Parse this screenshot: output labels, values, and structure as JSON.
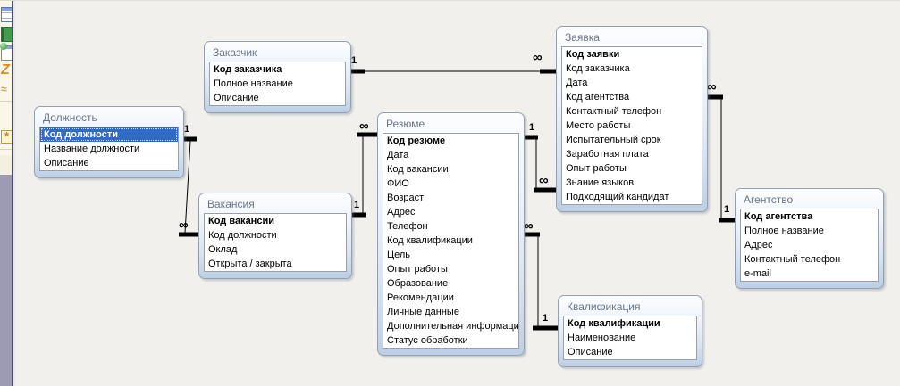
{
  "toolbar": {
    "icons": [
      {
        "name": "datasheet-icon"
      },
      {
        "name": "table-icon"
      },
      {
        "name": "form-icon"
      },
      {
        "name": "macro-icon",
        "glyph": "Z"
      },
      {
        "name": "module-icon",
        "glyph": "≈"
      },
      {
        "name": "new-object-icon",
        "glyph": "*"
      }
    ]
  },
  "colors": {
    "selected_row": "#316ac5",
    "table_gradient_bottom": "#bdcfe6",
    "table_title_text": "#68758a",
    "canvas": "#f1f0ed",
    "lower_strip": "#9d9ab4"
  },
  "diagram": {
    "tables": [
      {
        "title": "Должность",
        "fields": [
          {
            "label": "Код должности",
            "pk": true,
            "selected": true
          },
          {
            "label": "Название должности"
          },
          {
            "label": "Описание"
          }
        ]
      },
      {
        "title": "Заказчик",
        "fields": [
          {
            "label": "Код заказчика",
            "pk": true
          },
          {
            "label": "Полное название"
          },
          {
            "label": "Описание"
          }
        ]
      },
      {
        "title": "Вакансия",
        "fields": [
          {
            "label": "Код вакансии",
            "pk": true
          },
          {
            "label": "Код должности"
          },
          {
            "label": "Оклад"
          },
          {
            "label": "Открыта / закрыта"
          }
        ]
      },
      {
        "title": "Резюме",
        "fields": [
          {
            "label": "Код резюме",
            "pk": true
          },
          {
            "label": "Дата"
          },
          {
            "label": "Код вакансии"
          },
          {
            "label": "ФИО"
          },
          {
            "label": "Возраст"
          },
          {
            "label": "Адрес"
          },
          {
            "label": "Телефон"
          },
          {
            "label": "Код квалификации"
          },
          {
            "label": "Цель"
          },
          {
            "label": "Опыт работы"
          },
          {
            "label": "Образование"
          },
          {
            "label": "Рекомендации"
          },
          {
            "label": "Личные данные"
          },
          {
            "label": "Дополнительная информация"
          },
          {
            "label": "Статус обработки"
          }
        ]
      },
      {
        "title": "Заявка",
        "fields": [
          {
            "label": "Код заявки",
            "pk": true
          },
          {
            "label": "Код заказчика"
          },
          {
            "label": "Дата"
          },
          {
            "label": "Код агентства"
          },
          {
            "label": "Контактный телефон"
          },
          {
            "label": "Место работы"
          },
          {
            "label": "Испытательный срок"
          },
          {
            "label": "Заработная плата"
          },
          {
            "label": "Опыт работы"
          },
          {
            "label": "Знание языков"
          },
          {
            "label": "Подходящий кандидат"
          }
        ]
      },
      {
        "title": "Квалификация",
        "fields": [
          {
            "label": "Код квалификации",
            "pk": true
          },
          {
            "label": "Наименование"
          },
          {
            "label": "Описание"
          }
        ]
      },
      {
        "title": "Агентство",
        "fields": [
          {
            "label": "Код агентства",
            "pk": true
          },
          {
            "label": "Полное название"
          },
          {
            "label": "Адрес"
          },
          {
            "label": "Контактный телефон"
          },
          {
            "label": "e-mail"
          }
        ]
      }
    ],
    "relationships": [
      {
        "from": "Заказчик",
        "to": "Заявка",
        "from_label": "1",
        "to_label": "∞"
      },
      {
        "from": "Должность",
        "to": "Вакансия",
        "from_label": "1",
        "to_label": "∞"
      },
      {
        "from": "Вакансия",
        "to": "Резюме",
        "from_label": "1",
        "to_label": "∞"
      },
      {
        "from": "Резюме",
        "to": "Заявка",
        "from_label": "1",
        "to_label": "∞"
      },
      {
        "from": "Квалификация",
        "to": "Резюме",
        "from_label": "1",
        "to_label": "∞"
      },
      {
        "from": "Агентство",
        "to": "Заявка",
        "from_label": "1",
        "to_label": "∞"
      }
    ]
  }
}
